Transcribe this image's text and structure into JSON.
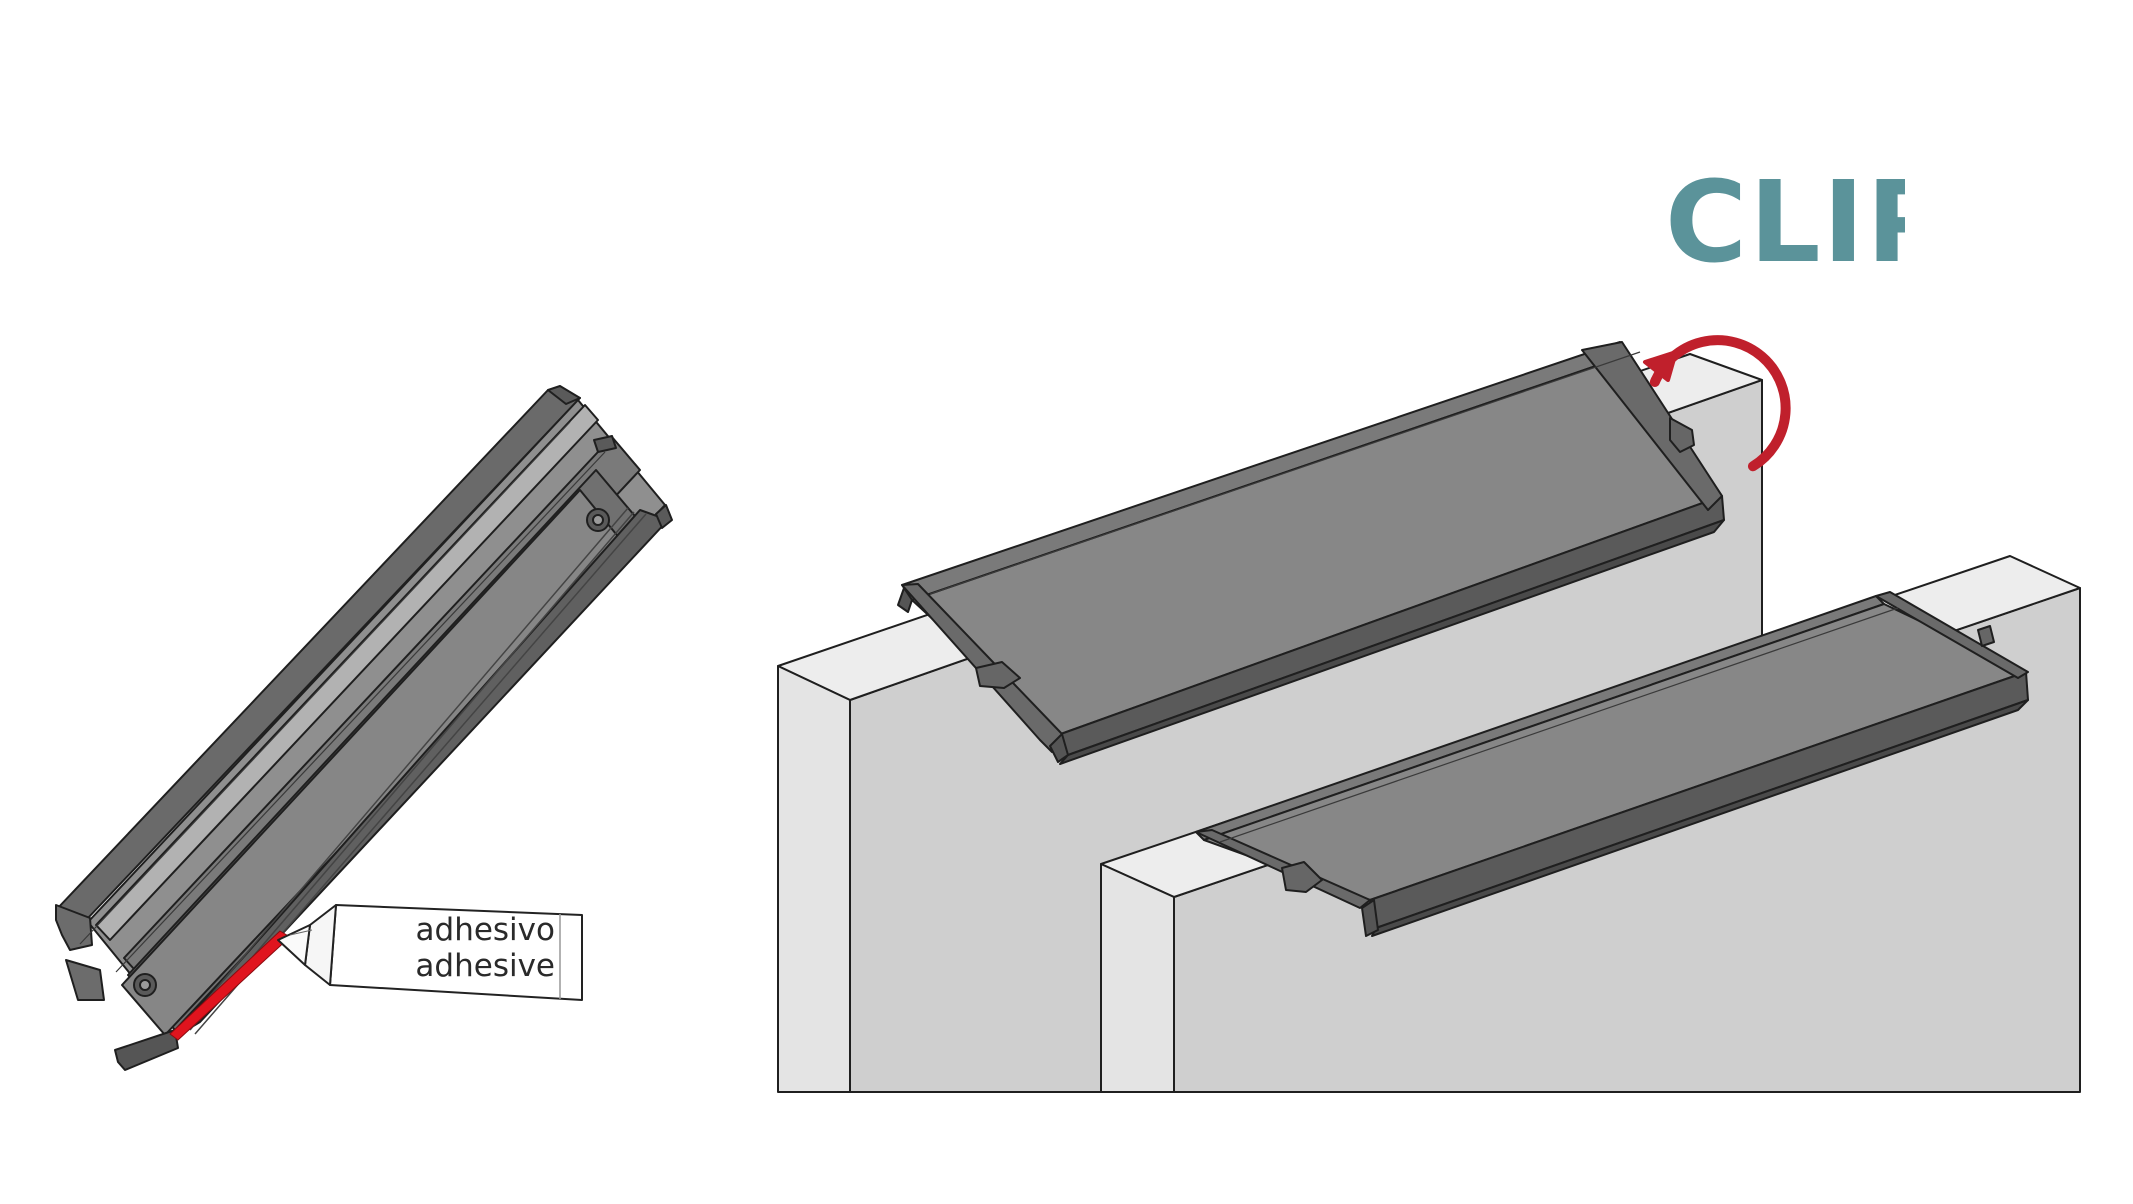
{
  "title": {
    "text": "CLIP",
    "color": "#5b939a"
  },
  "adhesive_tube": {
    "label_es": "adhesivo",
    "label_en": "adhesive"
  },
  "colors": {
    "arrow": "#c0202c",
    "adhesive_bead": "#e0141e",
    "profile_dark": "#555555",
    "profile_mid": "#858585",
    "profile_light": "#a8a8a8",
    "panel_face": "#cfcfcf",
    "panel_top": "#ededed",
    "panel_edge": "#e4e4e4",
    "outline": "#1f1f1f"
  },
  "parts": [
    "handle-profile-with-adhesive",
    "handle-clipped-on-panel",
    "handle-mounted-on-panel"
  ]
}
